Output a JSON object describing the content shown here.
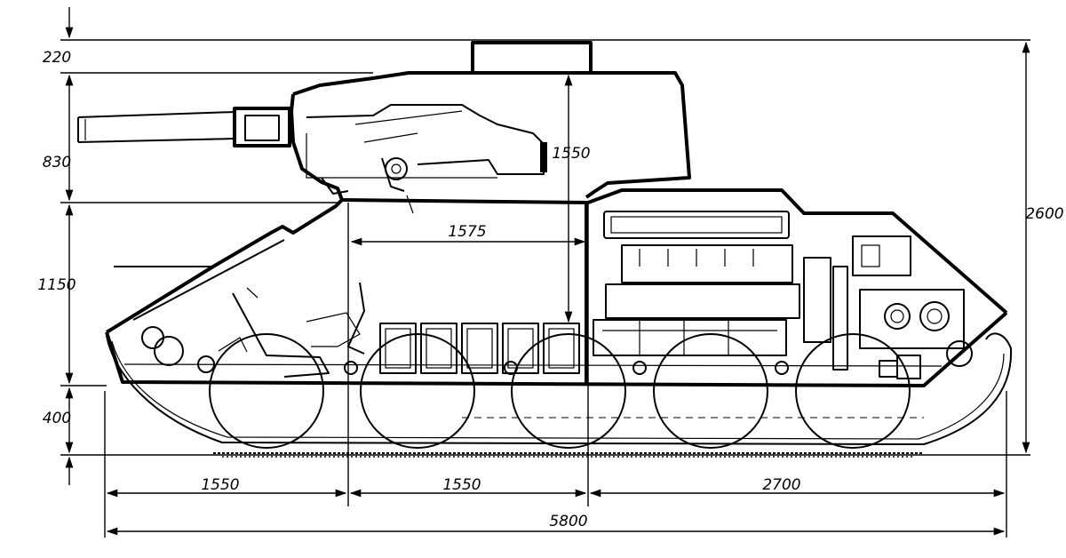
{
  "dimensions": {
    "vertical_left": [
      "220",
      "830",
      "1150",
      "400"
    ],
    "vertical_right": "2600",
    "turret_height": "1550",
    "fighting_compartment_length": "1575",
    "bottom_segments": [
      "1550",
      "1550",
      "2700"
    ],
    "overall_length": "5800"
  },
  "colors": {
    "line": "#000000",
    "background": "#ffffff"
  }
}
